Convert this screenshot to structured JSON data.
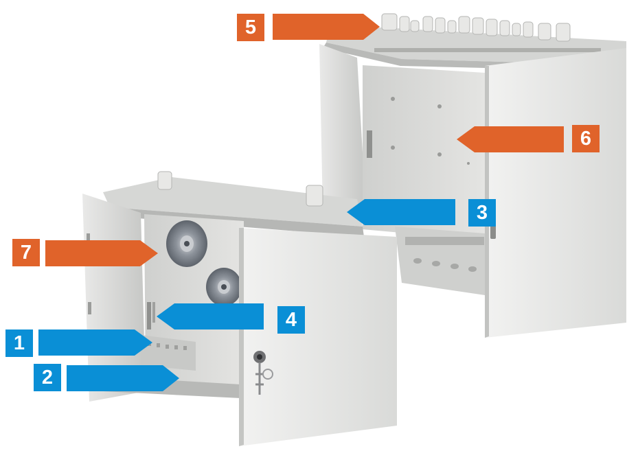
{
  "colors": {
    "orange": "#e0632a",
    "blue": "#0a8fd6",
    "cabinet": "#e6e6e4",
    "cabinet_shade": "#c9cac8",
    "cabinet_dark": "#a9aaa8"
  },
  "callouts": [
    {
      "id": "c1",
      "number": "1",
      "color": "blue",
      "direction": "right"
    },
    {
      "id": "c2",
      "number": "2",
      "color": "blue",
      "direction": "right"
    },
    {
      "id": "c3",
      "number": "3",
      "color": "blue",
      "direction": "left"
    },
    {
      "id": "c4",
      "number": "4",
      "color": "blue",
      "direction": "left"
    },
    {
      "id": "c5",
      "number": "5",
      "color": "orange",
      "direction": "right"
    },
    {
      "id": "c6",
      "number": "6",
      "color": "orange",
      "direction": "left"
    },
    {
      "id": "c7",
      "number": "7",
      "color": "orange",
      "direction": "right"
    }
  ]
}
